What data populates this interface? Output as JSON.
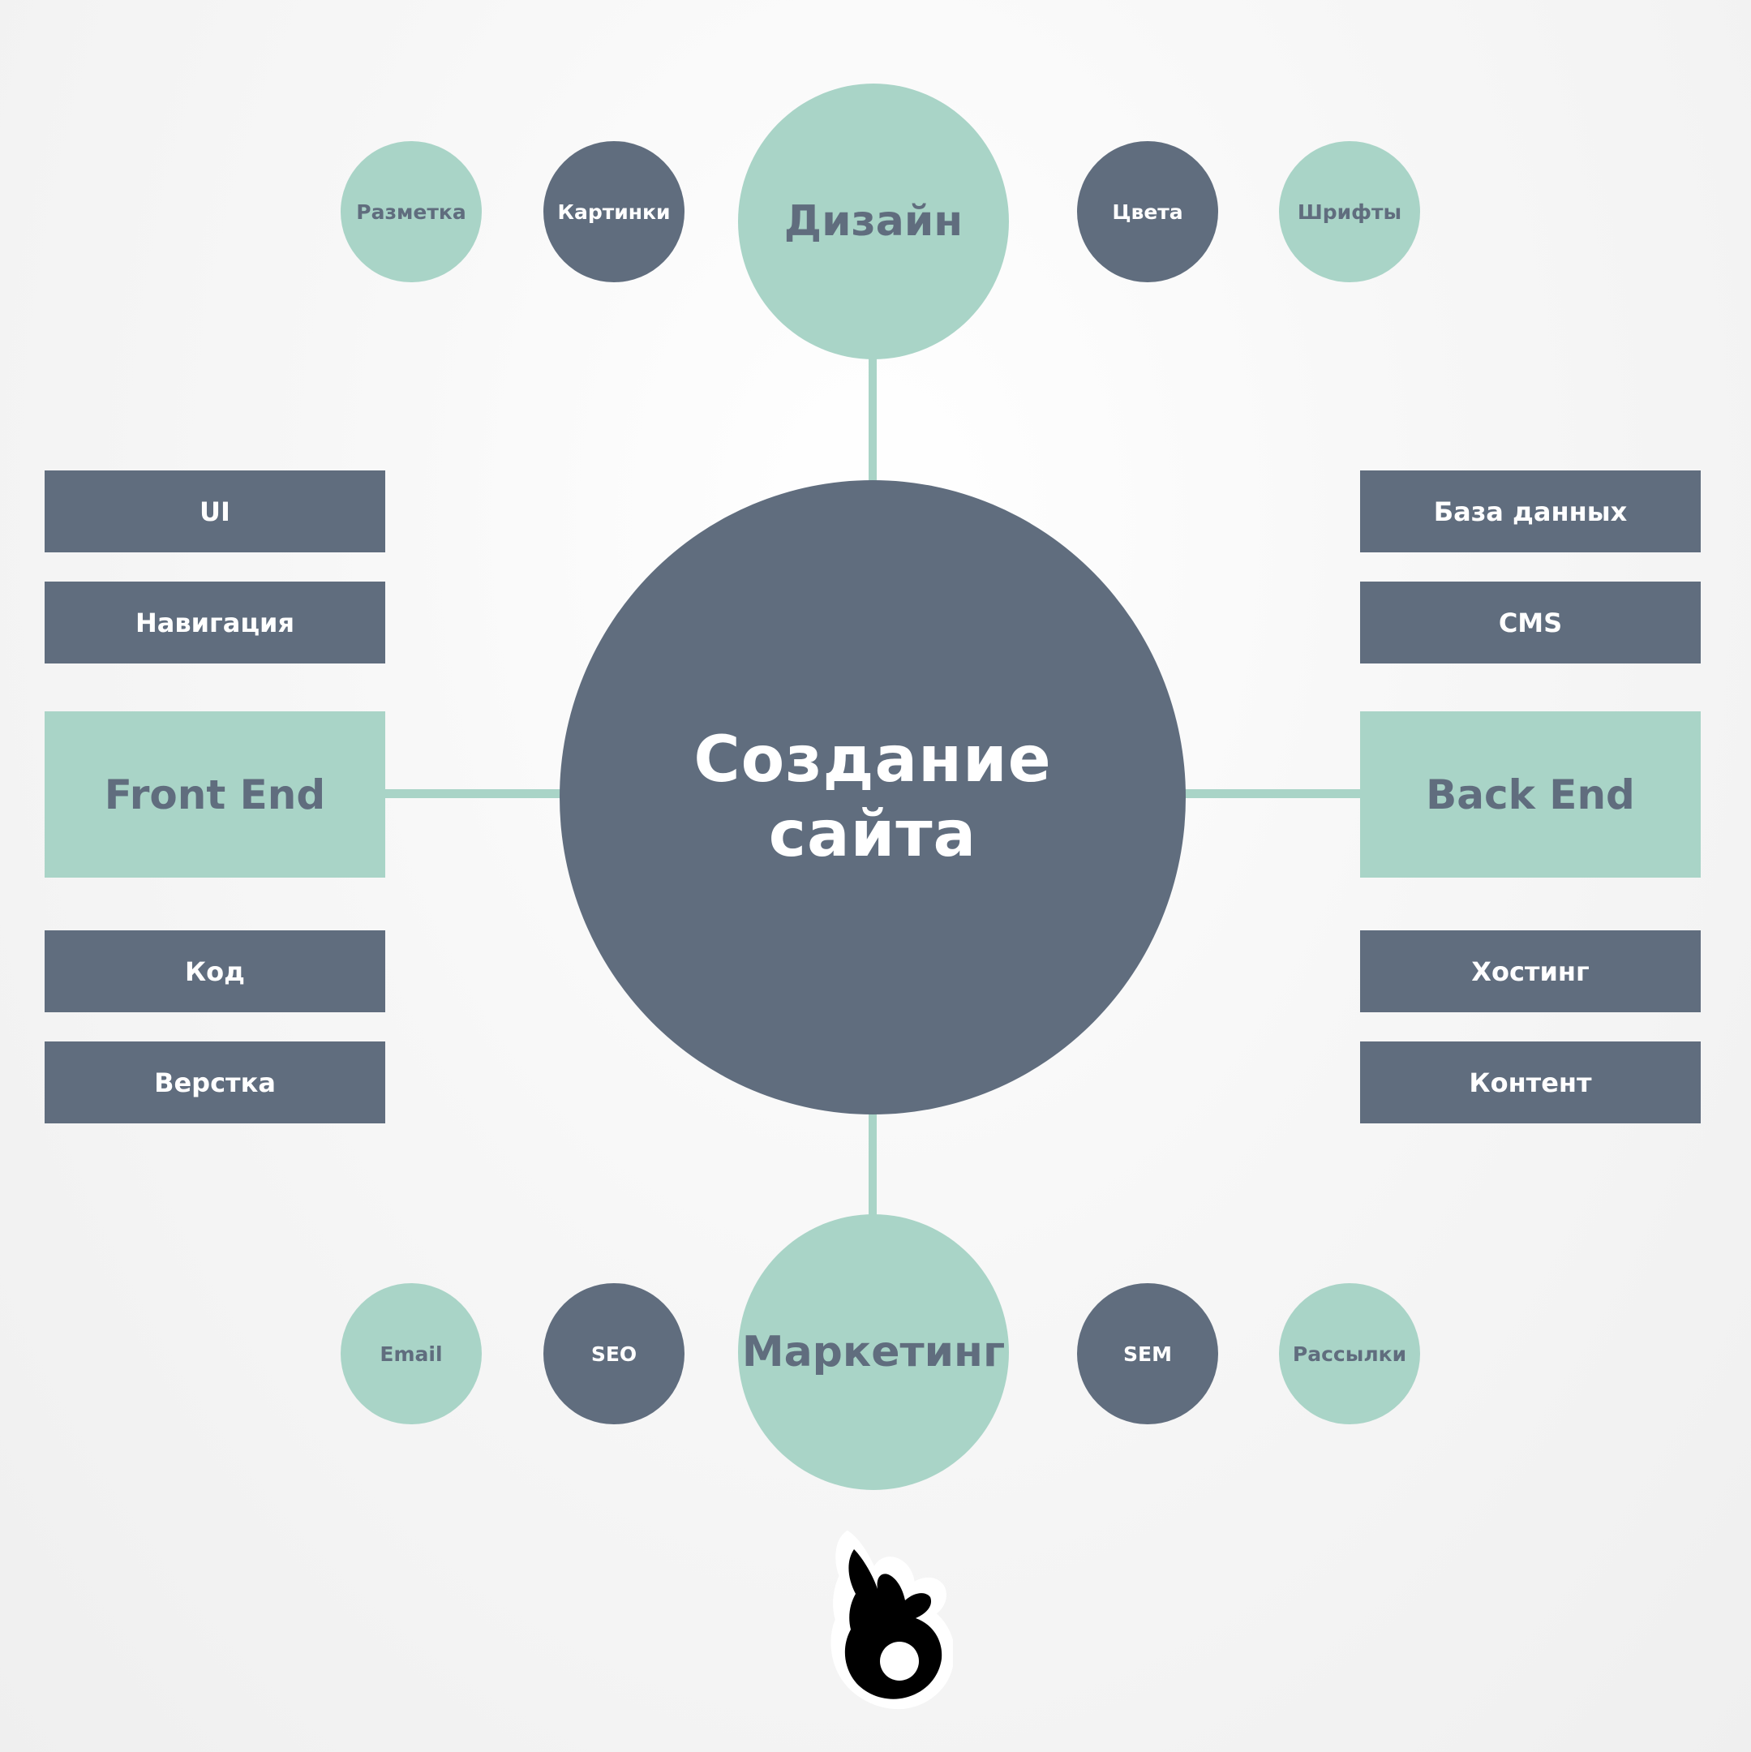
{
  "center": {
    "title": "Создание\nсайта"
  },
  "top_hub": {
    "label": "Дизайн",
    "left_circles": [
      "Разметка",
      "Картинки"
    ],
    "right_circles": [
      "Цвета",
      "Шрифты"
    ]
  },
  "bottom_hub": {
    "label": "Маркетинг",
    "left_circles": [
      "Email",
      "SEO"
    ],
    "right_circles": [
      "SEM",
      "Рассылки"
    ]
  },
  "left_group": {
    "label": "Front End",
    "items": [
      "UI",
      "Навигация",
      "Код",
      "Верстка"
    ]
  },
  "right_group": {
    "label": "Back End",
    "items": [
      "База данных",
      "CMS",
      "Хостинг",
      "Контент"
    ]
  },
  "colors": {
    "dark": "#606d7e",
    "light": "#a9d4c7",
    "white": "#ffffff"
  },
  "icons": {
    "logo": "rabbit-logo-icon"
  }
}
